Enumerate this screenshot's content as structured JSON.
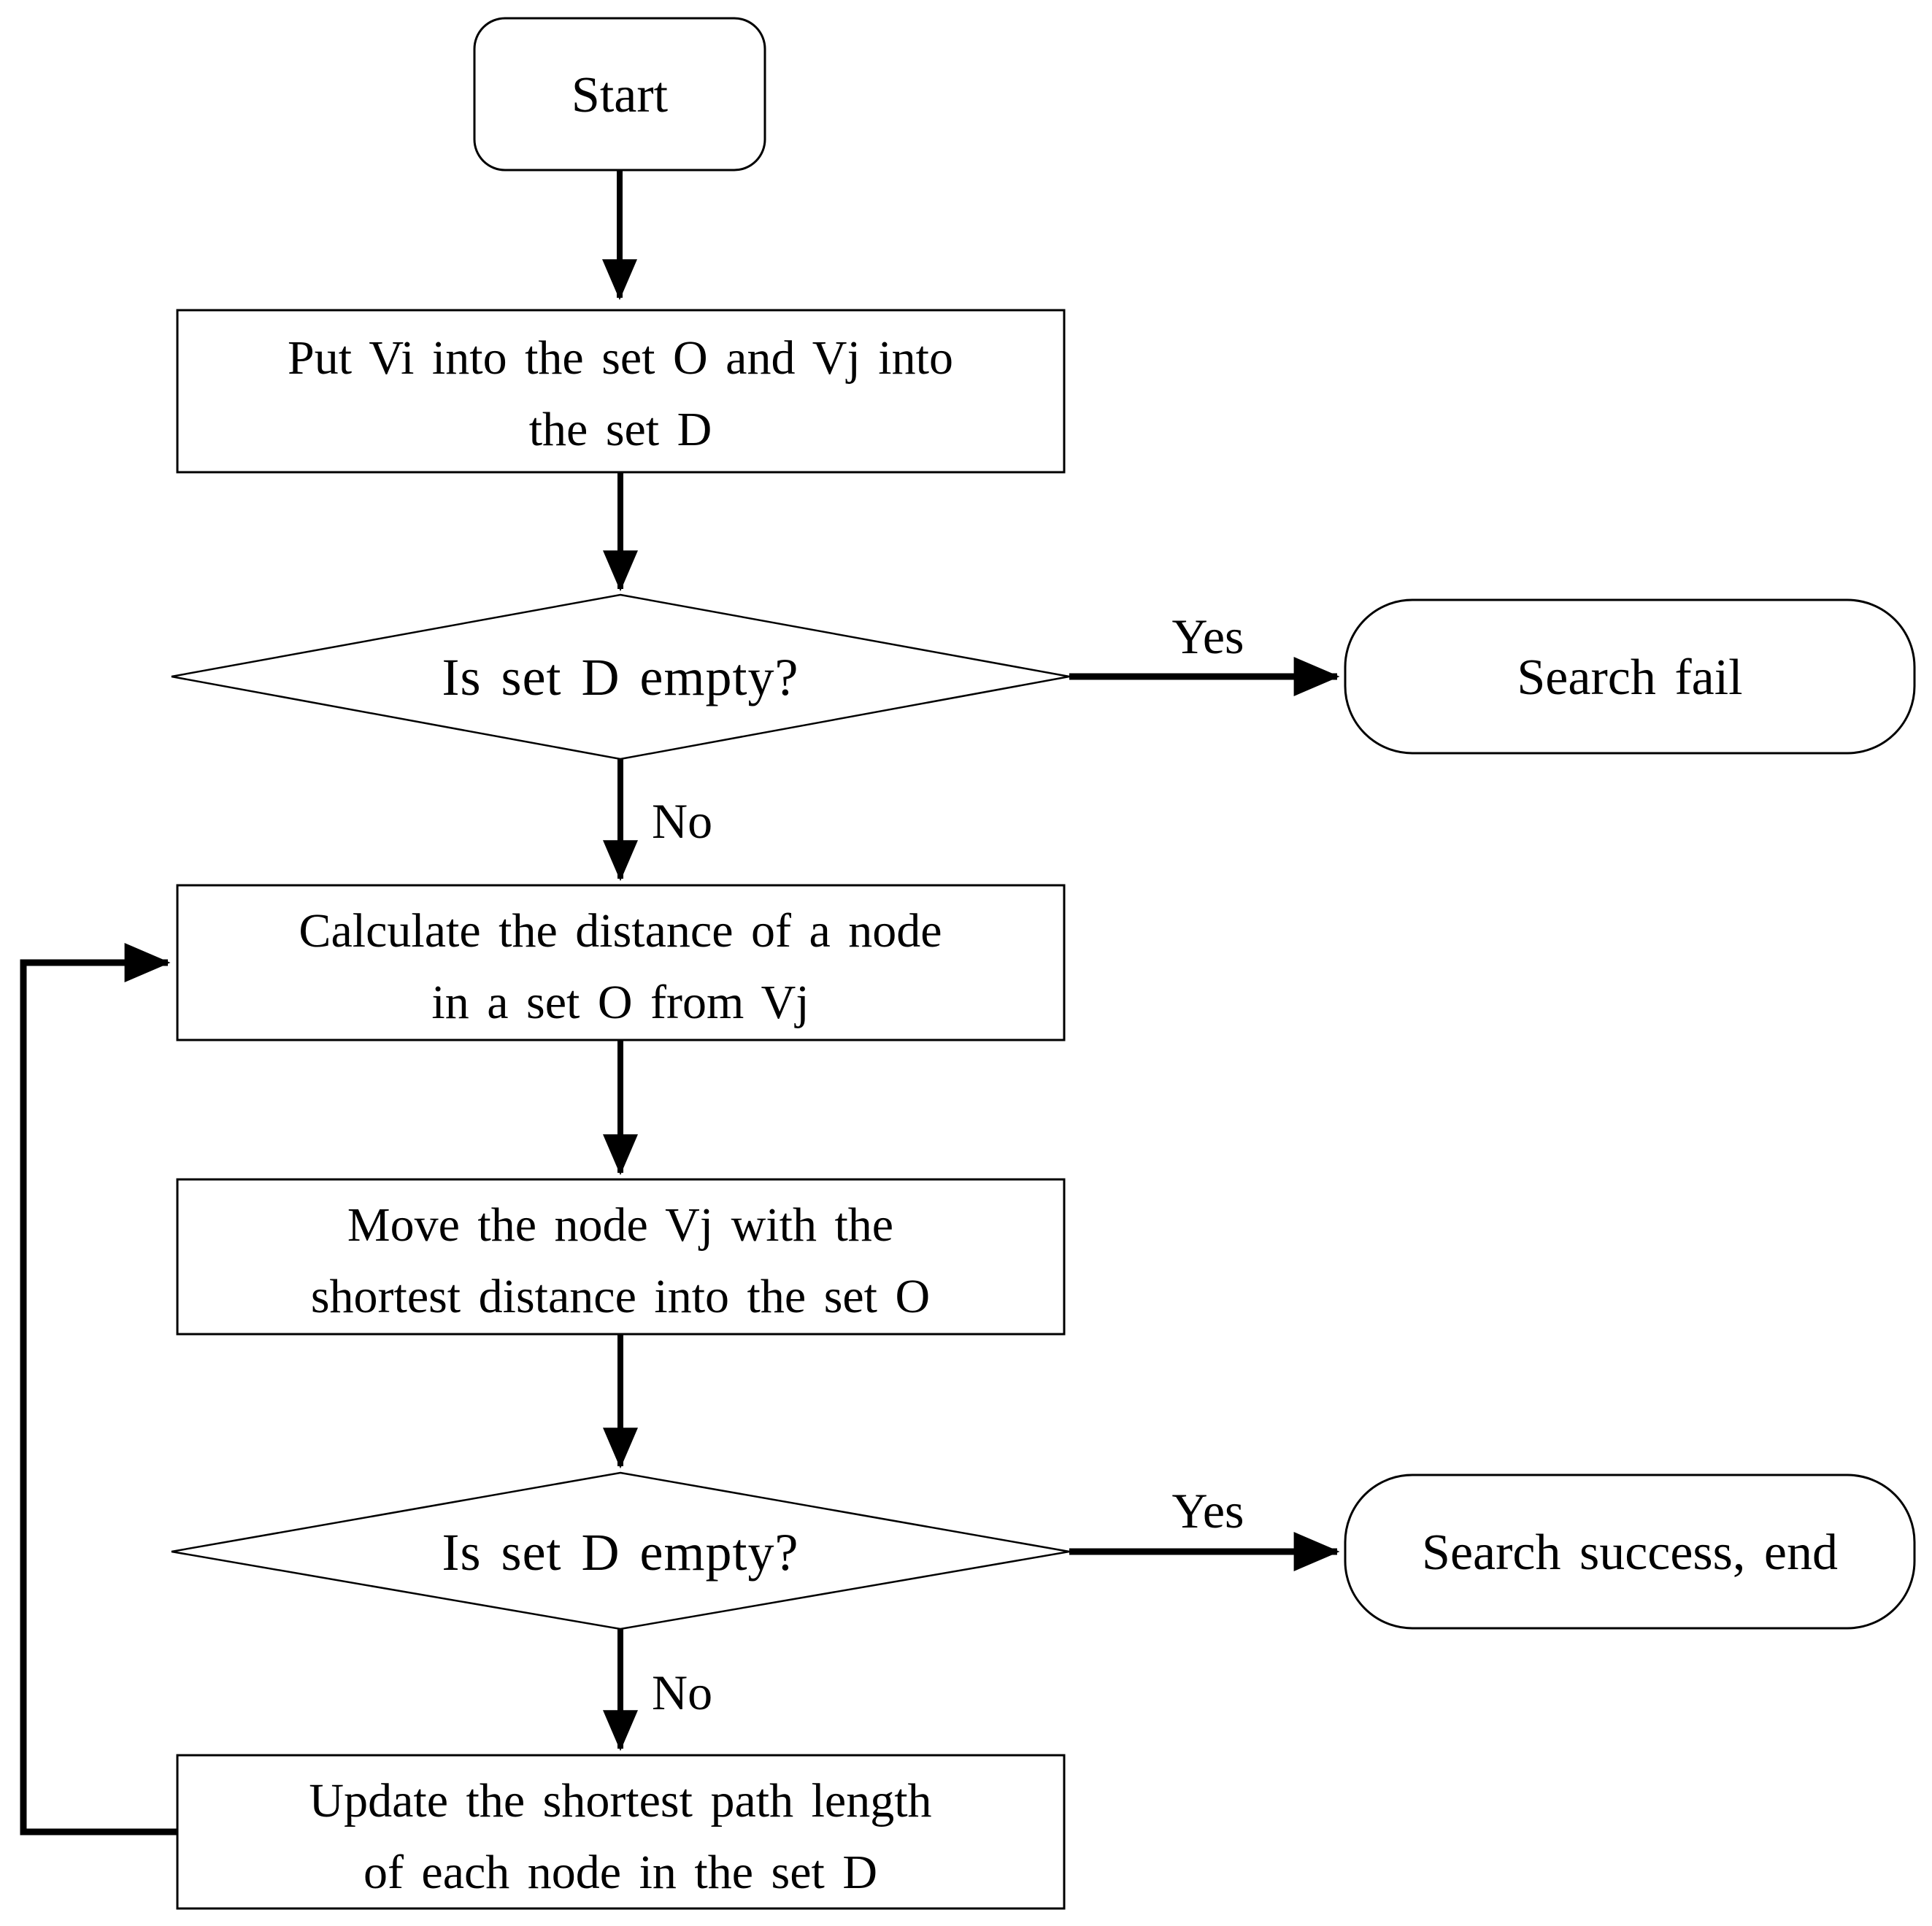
{
  "colors": {
    "background": "#ffffff",
    "line": "#000000",
    "text": "#000000"
  },
  "nodes": {
    "start": {
      "type": "terminator",
      "label": "Start"
    },
    "put_sets": {
      "type": "process",
      "lines": [
        "Put Vi into the set O and Vj into",
        "the set D"
      ]
    },
    "decision_1": {
      "type": "decision",
      "label": "Is set D empty?"
    },
    "search_fail": {
      "type": "terminator",
      "label": "Search fail"
    },
    "calculate": {
      "type": "process",
      "lines": [
        "Calculate the distance of a node",
        "in a set O from Vj"
      ]
    },
    "move_node": {
      "type": "process",
      "lines": [
        "Move the node Vj with the",
        "shortest distance into the set O"
      ]
    },
    "decision_2": {
      "type": "decision",
      "label": "Is set D empty?"
    },
    "search_success": {
      "type": "terminator",
      "label": "Search success, end"
    },
    "update_path": {
      "type": "process",
      "lines": [
        "Update the shortest path length",
        "of each node in the set D"
      ]
    }
  },
  "edges": {
    "decision1_yes": {
      "label": "Yes"
    },
    "decision1_no": {
      "label": "No"
    },
    "decision2_yes": {
      "label": "Yes"
    },
    "decision2_no": {
      "label": "No"
    }
  }
}
